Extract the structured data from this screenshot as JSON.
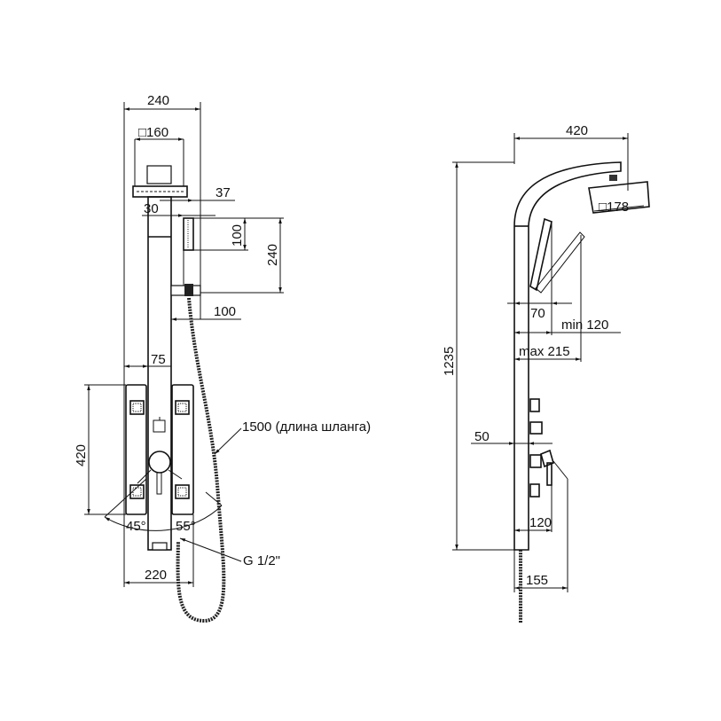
{
  "front_view": {
    "dim_width_total": "240",
    "dim_head_square": "□160",
    "dim_holder_offset": "37",
    "dim_holder_gap": "30",
    "dim_handshower_height": "100",
    "dim_holder_height": "240",
    "dim_holder_projection": "100",
    "dim_column_width": "75",
    "dim_jets_spacing": "420",
    "angle_left": "45°",
    "angle_right": "55°",
    "dim_panel_width": "220",
    "hose_label": "1500 (длина шланга)",
    "connection_label": "G 1/2\""
  },
  "side_view": {
    "dim_arm_reach": "420",
    "dim_head_square": "□178",
    "dim_total_height": "1235",
    "dim_70": "70",
    "dim_min": "min 120",
    "dim_max": "max 215",
    "dim_50": "50",
    "dim_120": "120",
    "dim_155": "155"
  }
}
